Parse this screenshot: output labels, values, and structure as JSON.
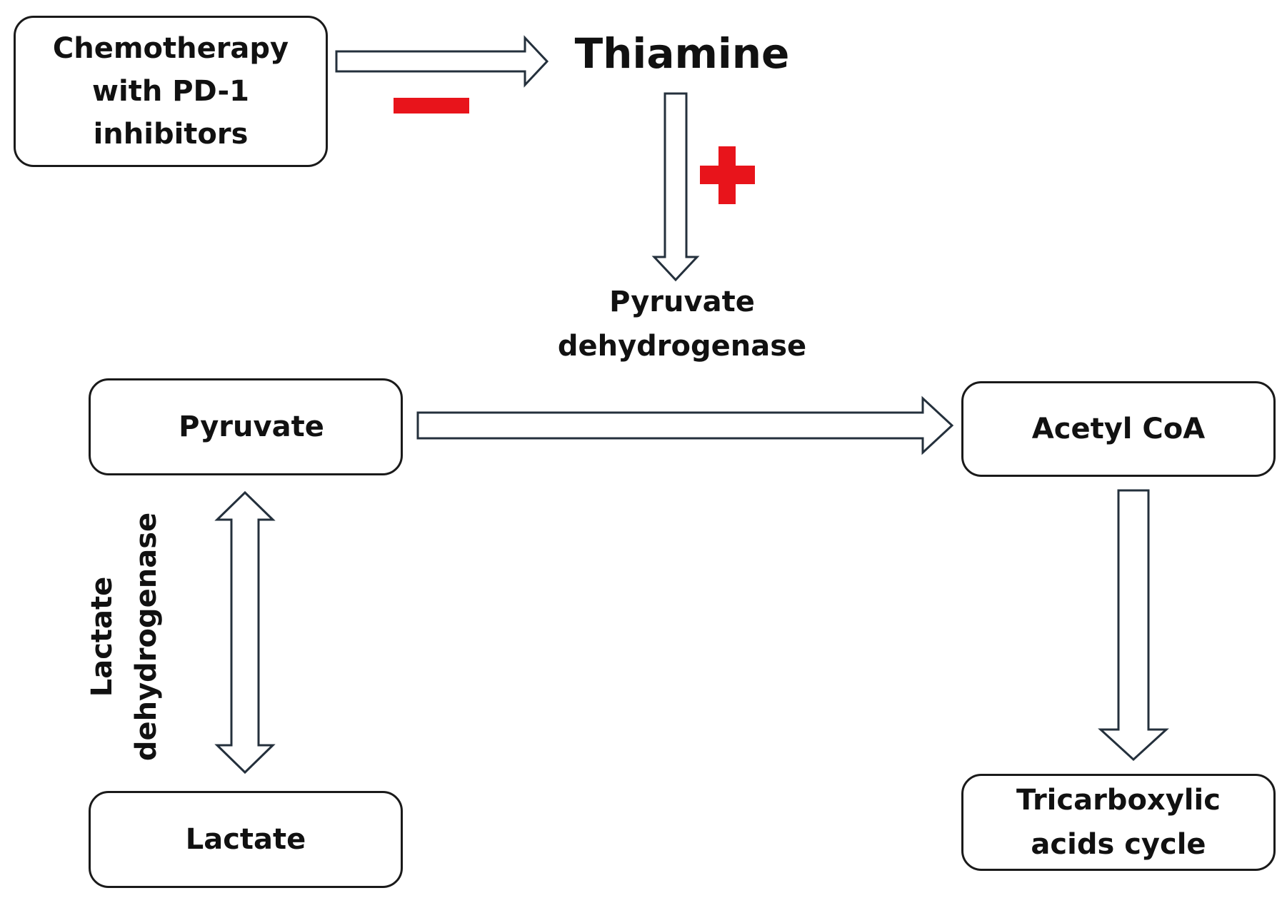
{
  "nodes": {
    "chemo": {
      "line1": "Chemotherapy",
      "line2": "with PD-1",
      "line3": "inhibitors"
    },
    "thiamine": "Thiamine",
    "pdh": {
      "line1": "Pyruvate",
      "line2": "dehydrogenase"
    },
    "pyruvate": "Pyruvate",
    "acetyl": "Acetyl CoA",
    "lactate": "Lactate",
    "ldh": {
      "line1": "Lactate",
      "line2": "dehydrogenase"
    },
    "tca": {
      "line1": "Tricarboxylic",
      "line2": "acids cycle"
    }
  },
  "signs": {
    "minus_color": "#e8141b",
    "plus_color": "#e8141b"
  }
}
